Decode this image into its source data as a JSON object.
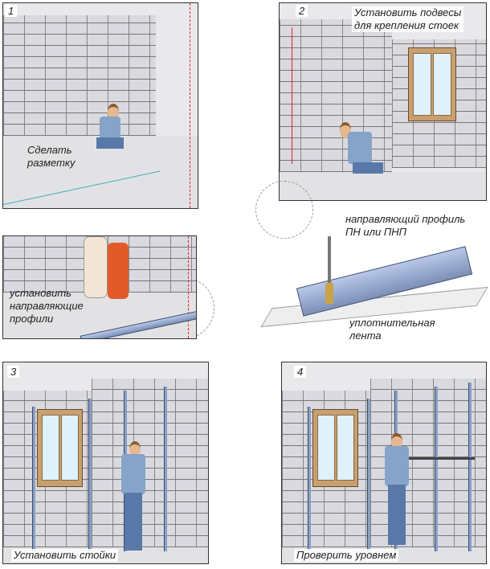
{
  "steps": [
    {
      "number": "1",
      "caption": [
        "Сделать",
        "разметку"
      ]
    },
    {
      "number": "2",
      "caption": [
        "Установить подвесы",
        "для крепления стоек"
      ]
    },
    {
      "number": "3",
      "caption": [
        "Установить стойки"
      ]
    },
    {
      "number": "4",
      "caption": [
        "Проверить уровнем"
      ]
    }
  ],
  "detail": {
    "caption": [
      "установить",
      "направляющие",
      "профили"
    ]
  },
  "profile_diagram": {
    "profile_label": [
      "направляющий профиль",
      "ПН или ПНП"
    ],
    "tape_label": [
      "уплотнительная",
      "лента"
    ]
  }
}
